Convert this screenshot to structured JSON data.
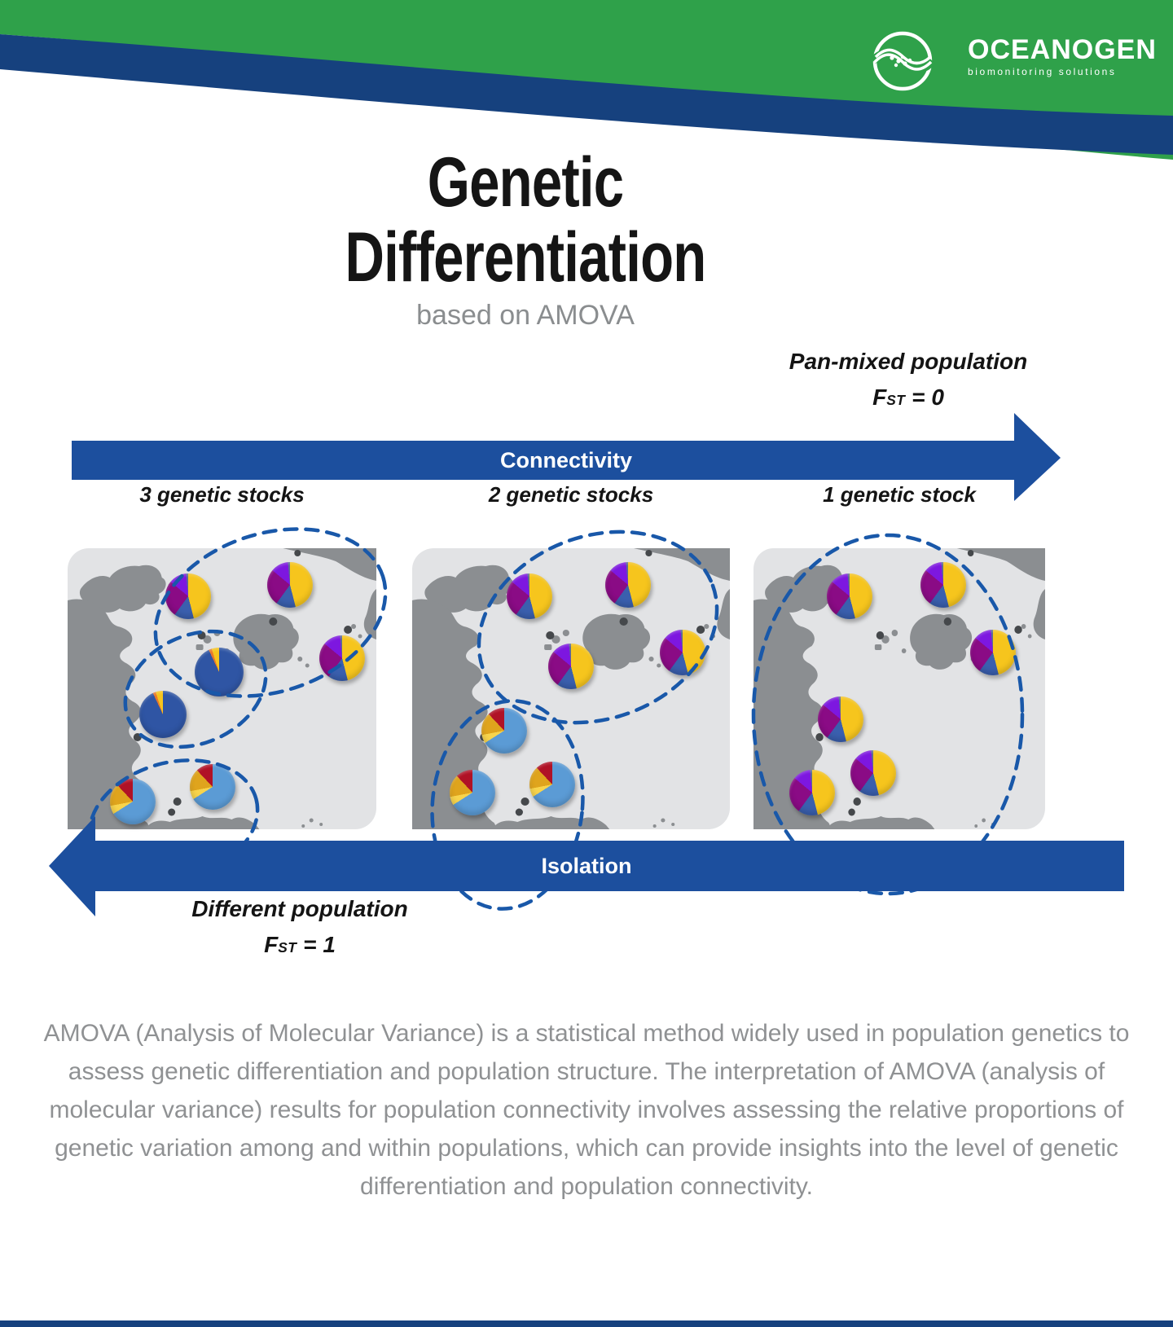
{
  "header": {
    "brand_name": "OCEANOGEN",
    "brand_tagline": "biomonitoring solutions",
    "colors": {
      "green": "#2fa14a",
      "navy": "#16417e"
    }
  },
  "title": {
    "line1": "Genetic",
    "line2": "Differentiation",
    "subtitle": "based on AMOVA"
  },
  "arrows": {
    "connectivity_label": "Connectivity",
    "isolation_label": "Isolation",
    "color": "#1c4f9e"
  },
  "annotations": {
    "pan_mixed": {
      "line1": "Pan-mixed population",
      "fst_f": "F",
      "fst_sub": "ST",
      "fst_eq": " = 0"
    },
    "different": {
      "line1": "Different population",
      "fst_f": "F",
      "fst_sub": "ST",
      "fst_eq": " = 1"
    }
  },
  "footer_paragraph": "AMOVA (Analysis of Molecular Variance) is a statistical method widely used in population genetics to assess genetic differentiation and population structure. The interpretation of AMOVA (analysis of molecular variance) results for population connectivity involves assessing the relative proportions of genetic variation among and within populations, which can provide insights into the level of genetic differentiation and population connectivity.",
  "chart_data": {
    "type": "pie",
    "title": "Genetic Differentiation based on AMOVA",
    "description": "Three identical maps showing per-site genotype composition pie charts; dashed ellipses group sites into genetic stocks (3 stocks under isolation, 2 intermediate, 1 pan-mixed stock under connectivity).",
    "legend_position": "none",
    "palette": {
      "yellow": "#f6c51d",
      "royal_blue": "#3a5fae",
      "dark_magenta": "#8a0b85",
      "violet": "#7d17e0",
      "slate": "#5c6b94",
      "navy_dominant": "#2f55a4",
      "orange": "#e8782b",
      "light_blue": "#5b9bd5",
      "pale_yellow": "#f8d44c",
      "amber": "#dfa41d",
      "dark_red": "#b01226"
    },
    "pie_types": {
      "admixed": {
        "slices": [
          [
            "yellow",
            46
          ],
          [
            "royal_blue",
            14
          ],
          [
            "dark_magenta",
            26
          ],
          [
            "violet",
            12.5
          ],
          [
            "slate",
            1.5
          ]
        ]
      },
      "blue_stock": {
        "slices": [
          [
            "navy_dominant",
            93
          ],
          [
            "orange",
            2
          ],
          [
            "yellow",
            5
          ]
        ]
      },
      "lightblue_stock": {
        "slices": [
          [
            "light_blue",
            66
          ],
          [
            "pale_yellow",
            6
          ],
          [
            "amber",
            16
          ],
          [
            "dark_red",
            12
          ]
        ]
      }
    },
    "panels": [
      {
        "label": "3 genetic stocks",
        "stock_count": 3,
        "pies": [
          {
            "type": "admixed",
            "x": 39,
            "y": 17,
            "r": 28
          },
          {
            "type": "admixed",
            "x": 72,
            "y": 13,
            "r": 28
          },
          {
            "type": "admixed",
            "x": 89,
            "y": 39,
            "r": 28
          },
          {
            "type": "blue_stock",
            "x": 49,
            "y": 44,
            "r": 30
          },
          {
            "type": "blue_stock",
            "x": 31,
            "y": 59,
            "r": 29
          },
          {
            "type": "lightblue_stock",
            "x": 21,
            "y": 90,
            "r": 28
          },
          {
            "type": "lightblue_stock",
            "x": 47,
            "y": 85,
            "r": 28
          }
        ]
      },
      {
        "label": "2 genetic stocks",
        "stock_count": 2,
        "pies": [
          {
            "type": "admixed",
            "x": 37,
            "y": 17,
            "r": 28
          },
          {
            "type": "admixed",
            "x": 68,
            "y": 13,
            "r": 28
          },
          {
            "type": "admixed",
            "x": 50,
            "y": 42,
            "r": 28
          },
          {
            "type": "admixed",
            "x": 85,
            "y": 37,
            "r": 28
          },
          {
            "type": "lightblue_stock",
            "x": 29,
            "y": 65,
            "r": 28
          },
          {
            "type": "lightblue_stock",
            "x": 19,
            "y": 87,
            "r": 28
          },
          {
            "type": "lightblue_stock",
            "x": 44,
            "y": 84,
            "r": 28
          }
        ]
      },
      {
        "label": "1 genetic stock",
        "stock_count": 1,
        "pies": [
          {
            "type": "admixed",
            "x": 33,
            "y": 17,
            "r": 28
          },
          {
            "type": "admixed",
            "x": 65,
            "y": 13,
            "r": 28
          },
          {
            "type": "admixed",
            "x": 82,
            "y": 37,
            "r": 28
          },
          {
            "type": "admixed",
            "x": 30,
            "y": 61,
            "r": 28
          },
          {
            "type": "admixed",
            "x": 41,
            "y": 80,
            "r": 28
          },
          {
            "type": "admixed",
            "x": 20,
            "y": 87,
            "r": 28
          }
        ]
      }
    ]
  }
}
